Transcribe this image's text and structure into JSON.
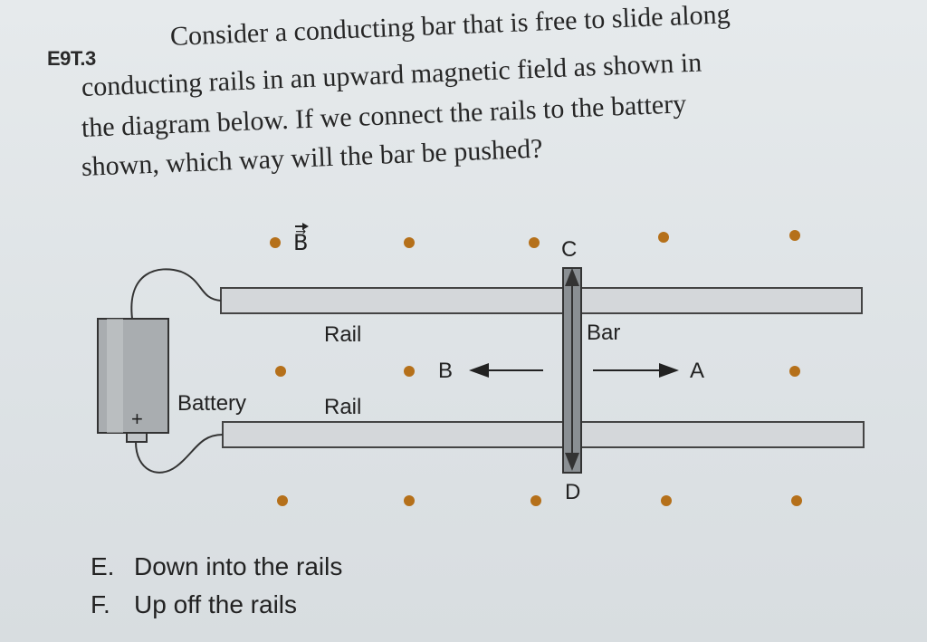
{
  "problem": {
    "id": "E9T.3",
    "lines": [
      "Consider a conducting bar that is free to slide along",
      "conducting rails in an upward magnetic field as shown in",
      "the diagram below. If we connect the rails to the battery",
      "shown, which way will the bar be pushed?"
    ]
  },
  "diagram": {
    "field_label": "B⃗",
    "rail_top_label": "Rail",
    "rail_bottom_label": "Rail",
    "bar_label": "Bar",
    "battery_label": "Battery",
    "battery_plus": "+",
    "point_c": "C",
    "point_d": "D",
    "arrow_left_label": "B",
    "arrow_right_label": "A"
  },
  "options": [
    {
      "letter": "E.",
      "text": "Down into the rails"
    },
    {
      "letter": "F.",
      "text": "Up off the rails"
    }
  ],
  "colors": {
    "dot": "#b5701a",
    "rail_fill": "#d4d7da",
    "rail_stroke": "#444",
    "bar_fill": "#8a8f93"
  }
}
